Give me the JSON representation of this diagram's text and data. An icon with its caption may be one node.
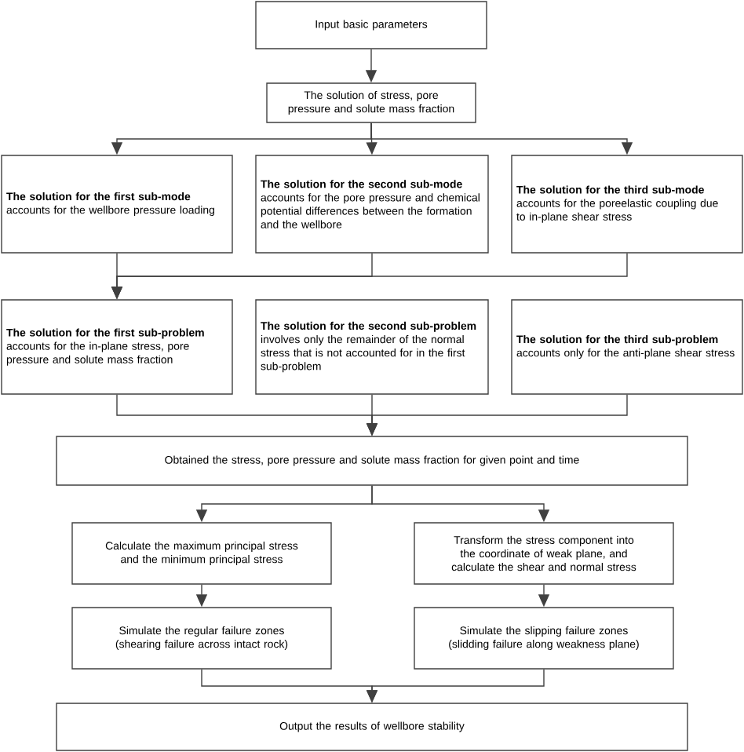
{
  "diagram": {
    "nodes": [
      {
        "text": [
          "Input basic parameters"
        ]
      },
      {
        "text": [
          "The solution of stress, pore pressure and solute mass fraction"
        ]
      },
      {
        "text": [
          "**The solution for the first sub-mode** accounts for the wellbore pressure loading"
        ]
      },
      {
        "text": [
          "**The solution for the second sub-mode** accounts for the pore pressure and chemical potential differences between the formation and the wellbore"
        ]
      },
      {
        "text": [
          "**The solution for the third sub-mode** accounts for the poreelastic coupling due to in-plane shear stress"
        ]
      },
      {
        "text": [
          "**The solution for the first sub-problem** accounts for the in-plane stress, pore pressure and solute mass fraction"
        ]
      },
      {
        "text": [
          "**The solution for the second sub-problem** involves only the remainder of the normal stress that is not accounted for in the first sub-problem"
        ]
      },
      {
        "text": [
          "**The solution for the third sub-problem** accounts only for the anti-plane shear stress"
        ]
      },
      {
        "text": [
          "Obtained the stress, pore pressure and solute mass fraction for given point and time"
        ]
      },
      {
        "text": [
          "Calculate the maximum principal stress and the minimum principal stress"
        ]
      },
      {
        "text": [
          "Transform the stress component into the coordinate of weak plane, and calculate the shear and normal stress"
        ]
      },
      {
        "text": [
          "Simulate the regular failure zones (shearing failure across intact rock)"
        ]
      },
      {
        "text": [
          "Simulate the slipping failure zones (slidding failure along weakness plane)"
        ]
      },
      {
        "text": [
          "Output the results of wellbore stability"
        ]
      }
    ],
    "edges": [
      {
        "from": 0,
        "to": 1,
        "arrow": "to"
      },
      {
        "from": 1,
        "to": 2,
        "arrow": "to"
      },
      {
        "from": 1,
        "to": 3,
        "arrow": "to"
      },
      {
        "from": 1,
        "to": 4,
        "arrow": "to"
      },
      {
        "from": 2,
        "to": 5,
        "arrow": "to"
      },
      {
        "from": 3,
        "to": 5,
        "arrow": "to"
      },
      {
        "from": 4,
        "to": 5,
        "arrow": "to"
      },
      {
        "from": 5,
        "to": 8,
        "arrow": "to"
      },
      {
        "from": 6,
        "to": 8,
        "arrow": "to"
      },
      {
        "from": 7,
        "to": 8,
        "arrow": "to"
      },
      {
        "from": 8,
        "to": 9,
        "arrow": "to"
      },
      {
        "from": 8,
        "to": 10,
        "arrow": "to"
      },
      {
        "from": 9,
        "to": 11,
        "arrow": "to"
      },
      {
        "from": 10,
        "to": 12,
        "arrow": "to"
      },
      {
        "from": 11,
        "to": 13,
        "arrow": "to"
      },
      {
        "from": 12,
        "to": 13,
        "arrow": "to"
      }
    ]
  }
}
